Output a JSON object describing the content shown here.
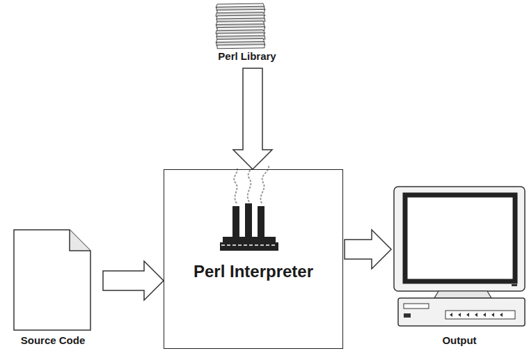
{
  "diagram": {
    "nodes": [
      {
        "text": [
          "Perl Library"
        ]
      },
      {
        "text": [
          "Perl Interpreter"
        ]
      },
      {
        "text": [
          "Source Code"
        ]
      },
      {
        "text": [
          "Output"
        ]
      }
    ],
    "edges": [
      {
        "from": 0,
        "to": 1,
        "arrow": "to"
      },
      {
        "from": 2,
        "to": 1,
        "arrow": "to"
      },
      {
        "from": 1,
        "to": 3,
        "arrow": "to"
      }
    ]
  }
}
